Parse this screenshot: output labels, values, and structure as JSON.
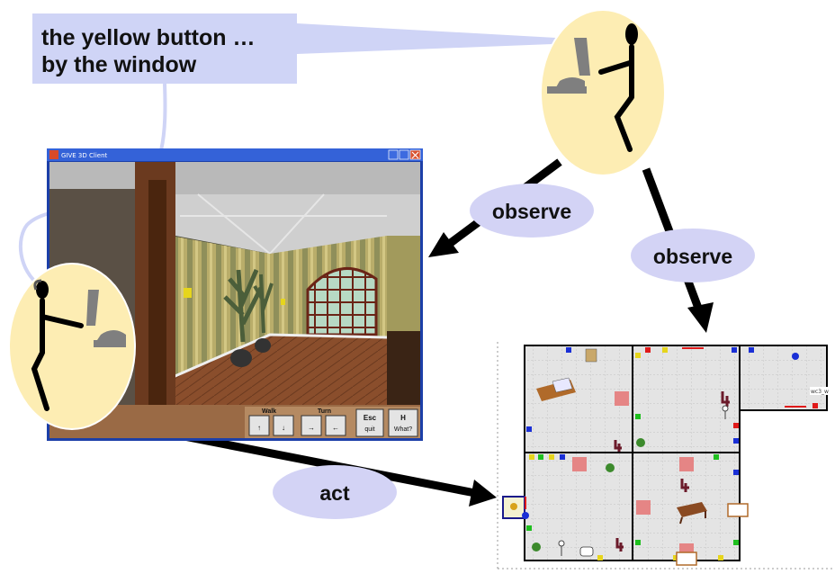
{
  "speech": {
    "line1": "the yellow button …",
    "line2": "by the window"
  },
  "labels": {
    "observe_left": "observe",
    "observe_right": "observe",
    "act": "act"
  },
  "game_window": {
    "title": "GIVE 3D Client",
    "controls": {
      "walk_label": "Walk",
      "turn_label": "Turn",
      "walk_up": "↑",
      "walk_down": "↓",
      "turn_right": "→",
      "turn_left": "←",
      "esc_key": "Esc",
      "esc_sub": "quit",
      "help_key": "H",
      "help_sub": "What?"
    }
  },
  "map": {
    "room_label": "wc3_w"
  },
  "colors": {
    "figure_bg": "#fdedb3",
    "bubble_fill": "#d3d3f5",
    "speech_fill": "#cfd4f6",
    "arrow": "#000000"
  }
}
